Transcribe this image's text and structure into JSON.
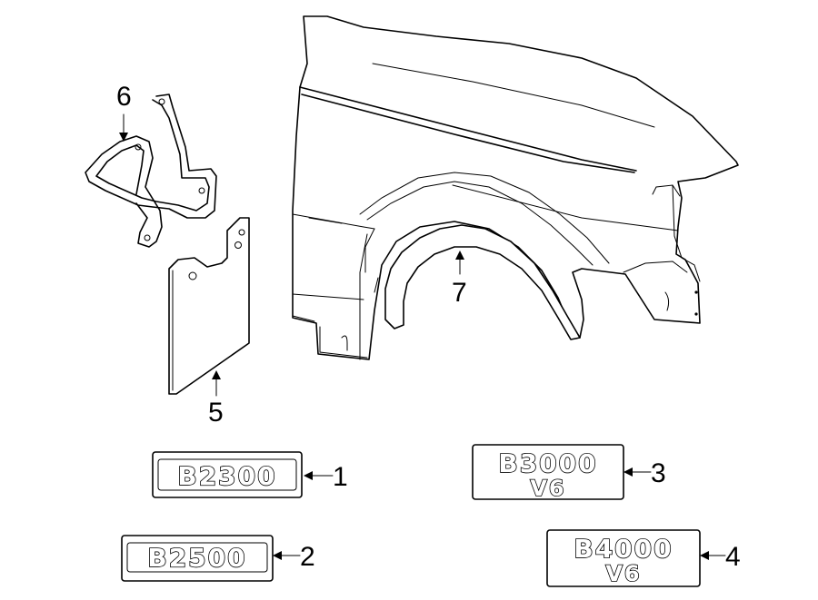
{
  "callouts": {
    "c1": "1",
    "c2": "2",
    "c3": "3",
    "c4": "4",
    "c5": "5",
    "c6": "6",
    "c7": "7"
  },
  "emblems": {
    "e1": {
      "line1": "B2300"
    },
    "e2": {
      "line1": "B2500"
    },
    "e3": {
      "line1": "B3000",
      "line2": "V6"
    },
    "e4": {
      "line1": "B4000",
      "line2": "V6"
    }
  }
}
